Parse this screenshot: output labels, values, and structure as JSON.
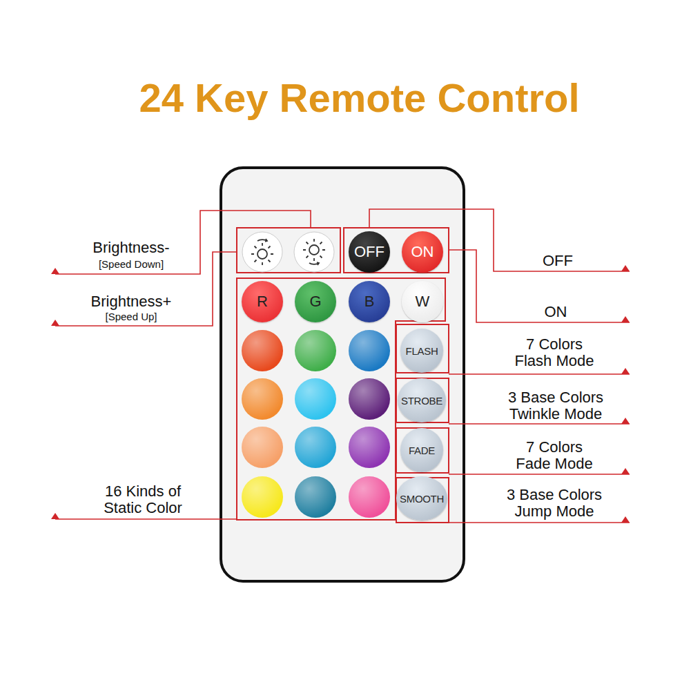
{
  "diagram": {
    "title": "24 Key Remote Control",
    "nodes": [
      {
        "text": [
          "OFF"
        ]
      },
      {
        "text": [
          "ON"
        ]
      },
      {
        "text": [
          "R"
        ]
      },
      {
        "text": [
          "G"
        ]
      },
      {
        "text": [
          "B"
        ]
      },
      {
        "text": [
          "W"
        ]
      },
      {
        "text": [
          "FLASH"
        ]
      },
      {
        "text": [
          "STROBE"
        ]
      },
      {
        "text": [
          "FADE"
        ]
      },
      {
        "text": [
          "SMOOTH"
        ]
      }
    ],
    "labels": [
      "Brightness-",
      "[Speed Down]",
      "OFF",
      "Brightness+",
      "[Speed Up]",
      "ON",
      "7 Colors Flash Mode",
      "3 Base Colors Twinkle Mode",
      "7 Colors Fade Mode",
      "16 Kinds of Static Color",
      "3 Base Colors Jump Mode"
    ]
  }
}
